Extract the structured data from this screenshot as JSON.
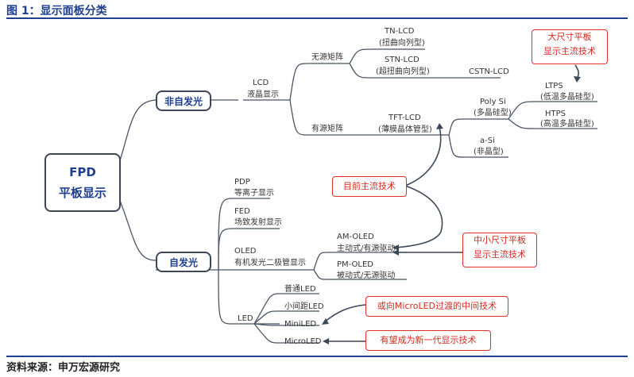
{
  "figure_title": "图 1：显示面板分类",
  "source": "资料来源：申万宏源研究",
  "root": {
    "line1": "FPD",
    "line2": "平板显示"
  },
  "branches": {
    "non_emissive": "非自发光",
    "emissive": "自发光"
  },
  "lcd": {
    "name": "LCD",
    "sub": "液晶显示"
  },
  "passive": "无源矩阵",
  "active": "有源矩阵",
  "tn": {
    "name": "TN-LCD",
    "sub": "(扭曲向列型)"
  },
  "stn": {
    "name": "STN-LCD",
    "sub": "(超扭曲向列型)"
  },
  "cstn": "CSTN-LCD",
  "tft": {
    "name": "TFT-LCD",
    "sub": "(薄膜晶体管型)"
  },
  "poly": {
    "name": "Poly Si",
    "sub": "(多晶硅型)"
  },
  "ltps": {
    "name": "LTPS",
    "sub": "(低温多晶硅型)"
  },
  "htps": {
    "name": "HTPS",
    "sub": "(高温多晶硅型)"
  },
  "asi": {
    "name": "a-Si",
    "sub": "(非晶型)"
  },
  "pdp": {
    "name": "PDP",
    "sub": "等离子显示"
  },
  "fed": {
    "name": "FED",
    "sub": "场致发射显示"
  },
  "oled": {
    "name": "OLED",
    "sub": "有机发光二极管显示"
  },
  "amoled": {
    "name": "AM-OLED",
    "sub": "主动式/有源驱动"
  },
  "pmoled": {
    "name": "PM-OLED",
    "sub": "被动式/无源驱动"
  },
  "led": {
    "name": "LED",
    "items": [
      "普通LED",
      "小间距LED",
      "MiniLED",
      "MicroLED"
    ]
  },
  "callouts": {
    "large_panel": {
      "line1": "大尺寸平板",
      "line2": "显示主流技术"
    },
    "current": "目前主流技术",
    "small_panel": {
      "line1": "中小尺寸平板",
      "line2": "显示主流技术"
    },
    "mini": "或向MicroLED过渡的中间技术",
    "micro": "有望成为新一代显示技术"
  },
  "colors": {
    "navy": "#1f3f8f",
    "red": "#e0302a",
    "line": "#4a5566"
  }
}
